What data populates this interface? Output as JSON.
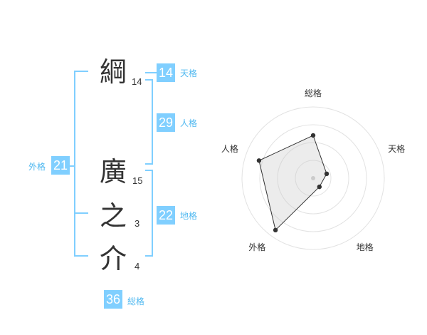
{
  "name": {
    "chars": [
      {
        "char": "綱",
        "strokes": "14"
      },
      {
        "char": "廣",
        "strokes": "15"
      },
      {
        "char": "之",
        "strokes": "3"
      },
      {
        "char": "介",
        "strokes": "4"
      }
    ]
  },
  "kaku": {
    "tenkaku": {
      "value": "14",
      "label": "天格"
    },
    "jinkaku": {
      "value": "29",
      "label": "人格"
    },
    "chikaku": {
      "value": "22",
      "label": "地格"
    },
    "gaikaku": {
      "value": "21",
      "label": "外格"
    },
    "soukaku": {
      "value": "36",
      "label": "総格"
    }
  },
  "colors": {
    "accent": "#80cfff",
    "label": "#4fb8f0",
    "text": "#333333"
  },
  "chart_data": {
    "type": "radar",
    "axes": [
      "総格",
      "天格",
      "地格",
      "外格",
      "人格"
    ],
    "values": [
      0.6,
      0.2,
      0.15,
      0.9,
      0.8
    ],
    "max": 1,
    "rings": 4
  }
}
